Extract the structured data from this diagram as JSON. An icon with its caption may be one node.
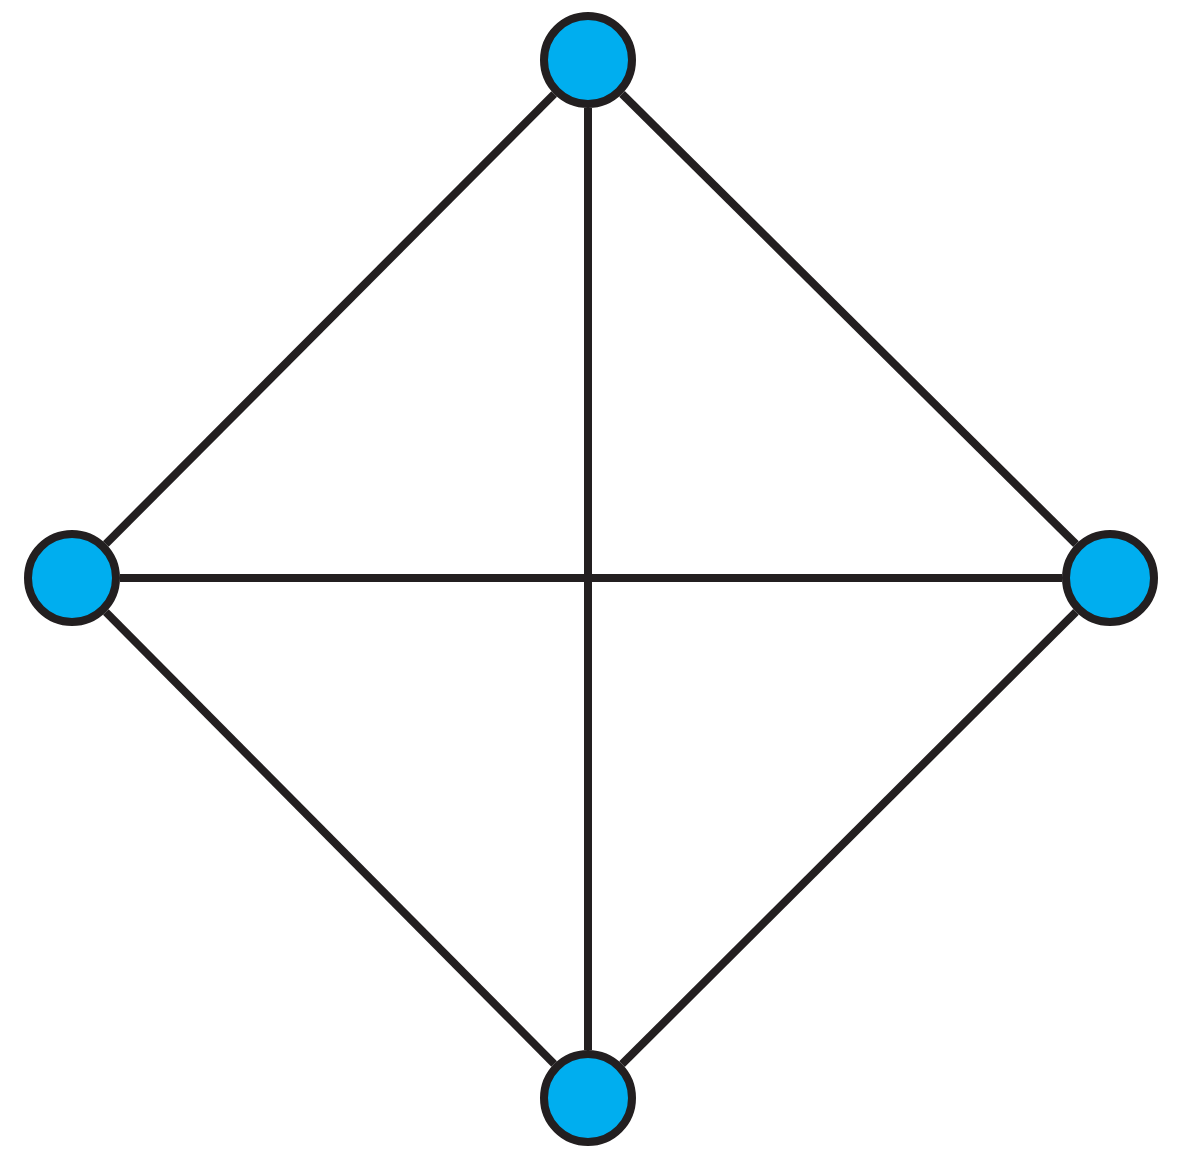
{
  "diagram": {
    "nodes": [
      {
        "text": [],
        "shape": "circle"
      },
      {
        "text": [],
        "shape": "circle"
      },
      {
        "text": [],
        "shape": "circle"
      },
      {
        "text": [],
        "shape": "circle"
      }
    ],
    "edges": [
      {
        "from": 0,
        "to": 1,
        "arrow": "none"
      },
      {
        "from": 0,
        "to": 2,
        "arrow": "none"
      },
      {
        "from": 0,
        "to": 3,
        "arrow": "none"
      },
      {
        "from": 1,
        "to": 2,
        "arrow": "none"
      },
      {
        "from": 1,
        "to": 3,
        "arrow": "none"
      },
      {
        "from": 2,
        "to": 3,
        "arrow": "none"
      }
    ]
  }
}
